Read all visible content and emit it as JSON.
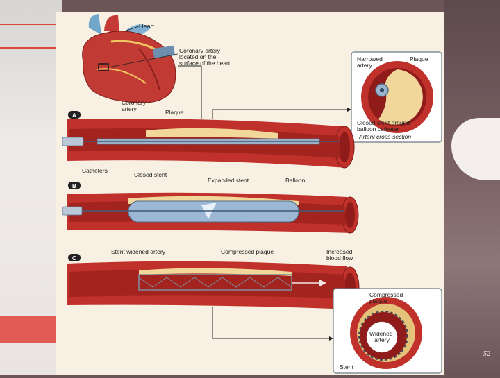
{
  "labels": {
    "heart": "Heart",
    "coronary_note": [
      "Coronary artery",
      "located on the",
      "surface of the heart"
    ],
    "narrowed_artery": [
      "Narrowed",
      "artery"
    ],
    "plaque_top": "Plaque",
    "closed_stent_around": [
      "Closed stent around",
      "balloon catheter"
    ],
    "artery_cross_section": "Artery cross-section",
    "panel_a": "A",
    "panel_b": "B",
    "panel_c": "C",
    "coronary_artery": [
      "Coronary",
      "artery"
    ],
    "plaque": "Plaque",
    "catheters": "Catheters",
    "closed_stent": "Closed stent",
    "expanded_stent": "Expanded stent",
    "balloon": "Balloon",
    "stent_widened_artery": "Stent widened artery",
    "compressed_plaque": "Compressed plaque",
    "increased_blood_flow": [
      "Increased",
      "blood flow"
    ],
    "compressed_plaque_bottom": [
      "Compressed",
      "plaque"
    ],
    "widened_artery": [
      "Widened",
      "artery"
    ],
    "stent": "Stent"
  },
  "page_number": "52",
  "colors": {
    "artery_outer": "#c0312b",
    "artery_inner": "#8f1c1a",
    "plaque": "#f1d79a",
    "stent": "#6d8aa6",
    "paper": "#f8f1e3",
    "panel_badge": "#222222"
  }
}
